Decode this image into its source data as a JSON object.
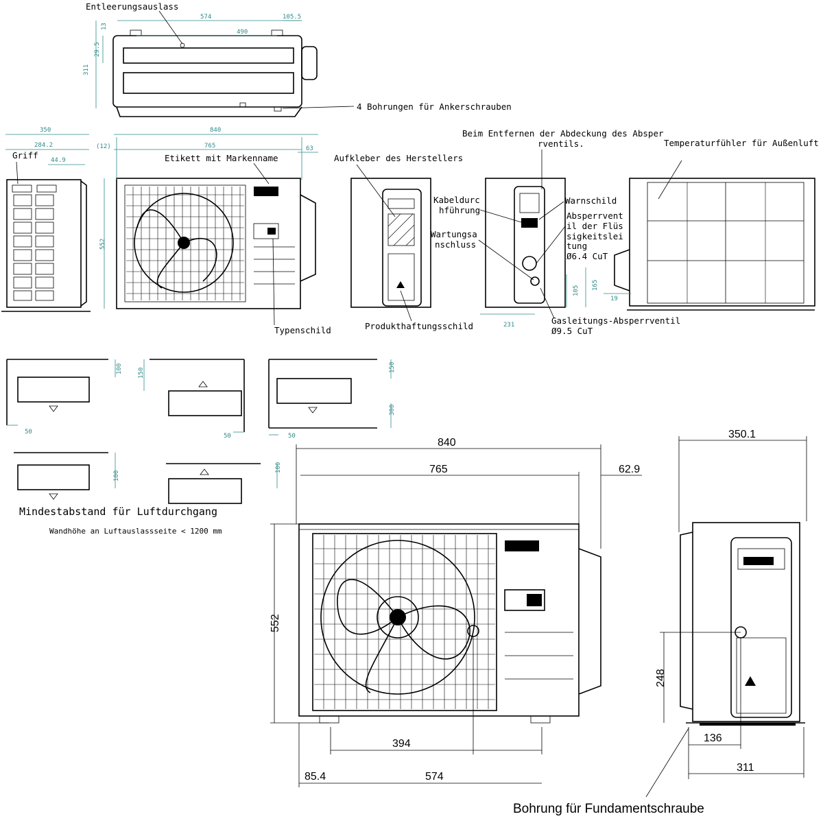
{
  "labels": {
    "drain_outlet": "Entleerungsauslass",
    "anchor_holes": "4 Bohrungen für Ankerschrauben",
    "grip": "Griff",
    "brand_label": "Etikett mit Markenname",
    "maker_sticker": "Aufkleber des Herstellers",
    "cover_note_1": "Beim Entfernen der Abdeckung des Absper",
    "cover_note_2": "rventils.",
    "temp_sensor": "Temperaturfühler für Außenluft",
    "cable_1": "Kabeldurc",
    "cable_2": "hführung",
    "warning_label": "Warnschild",
    "shutoff_1": "Absperrvent",
    "shutoff_2": "il der Flüs",
    "shutoff_3": "sigkeitslei",
    "shutoff_4": "tung",
    "shutoff_5": "Ø6.4 CuT",
    "service_1": "Wartungsa",
    "service_2": "nschluss",
    "type_plate": "Typenschild",
    "liability_label": "Produkthaftungsschild",
    "gas_valve_1": "Gasleitungs-Absperrventil",
    "gas_valve_2": "Ø9.5 CuT",
    "min_clearance": "Mindestabstand für Luftdurchgang",
    "wall_height": "Wandhöhe an Luftauslassseite < 1200 mm",
    "foundation_bolt": "Bohrung für Fundamentschraube"
  },
  "dims_small": {
    "top_574": "574",
    "top_105": "105.5",
    "top_490": "490",
    "top_13": "13",
    "top_29": "29.5",
    "top_311": "311",
    "side_350": "350",
    "side_284": "284.2",
    "side_44": "44.9",
    "front_840": "840",
    "front_12": "(12)",
    "front_765": "765",
    "front_63": "63",
    "front_552": "552",
    "right_231": "231",
    "right_105": "105",
    "right_165": "165",
    "right_19": "19",
    "c_100a": "100",
    "c_50a": "50",
    "c_150a": "150",
    "c_50b": "50",
    "c_150b": "150",
    "c_300": "300",
    "c_50c": "50",
    "c_100b": "100",
    "c_100c": "100"
  },
  "dims_large": {
    "w_840": "840",
    "w_765": "765",
    "w_62": "62.9",
    "h_552": "552",
    "b_394": "394",
    "b_85": "85.4",
    "b_574": "574",
    "s_350": "350.1",
    "s_248": "248",
    "s_136": "136",
    "s_311": "311"
  }
}
